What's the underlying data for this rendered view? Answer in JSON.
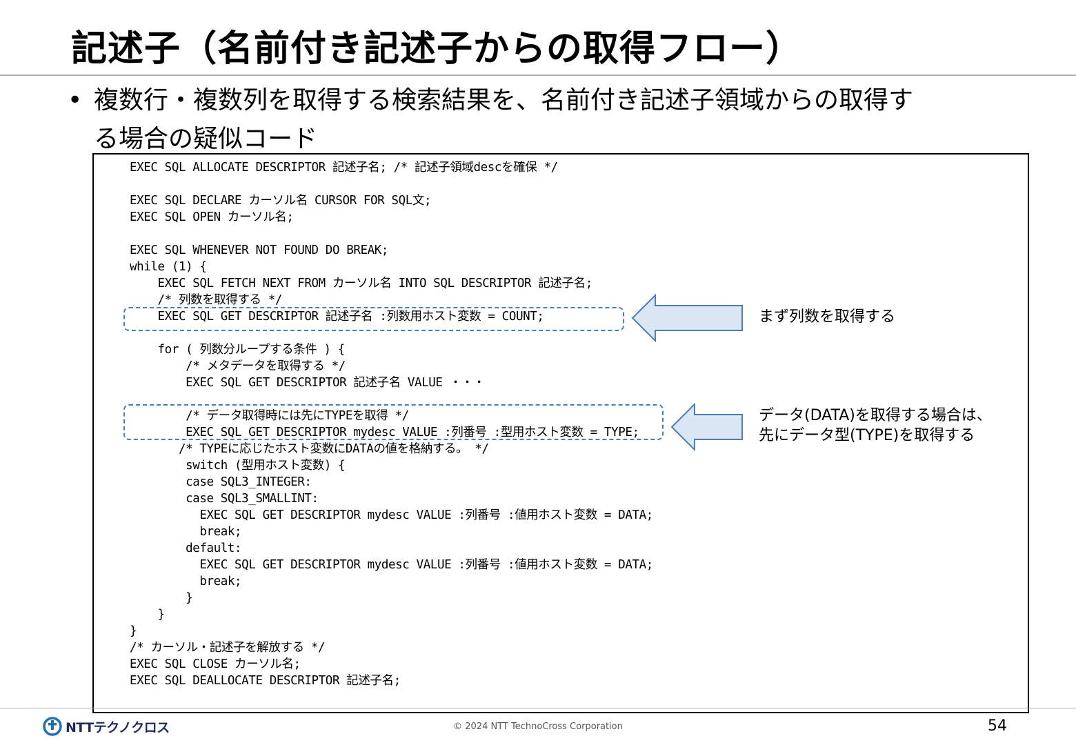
{
  "slide": {
    "title": "記述子（名前付き記述子からの取得フロー）",
    "bullet_symbol": "•",
    "bullet_lines": [
      "複数行・複数列を取得する検索結果を、名前付き記述子領域からの取得す",
      "る場合の疑似コード"
    ]
  },
  "code_lines": [
    "EXEC SQL ALLOCATE DESCRIPTOR 記述子名; /* 記述子領域descを確保 */",
    "",
    "EXEC SQL DECLARE カーソル名 CURSOR FOR SQL文;",
    "EXEC SQL OPEN カーソル名;",
    "",
    "EXEC SQL WHENEVER NOT FOUND DO BREAK;",
    "while (1) {",
    "    EXEC SQL FETCH NEXT FROM カーソル名 INTO SQL DESCRIPTOR 記述子名;",
    "    /* 列数を取得する */",
    "    EXEC SQL GET DESCRIPTOR 記述子名 :列数用ホスト変数 = COUNT;",
    "",
    "    for ( 列数分ループする条件 ) {",
    "        /* メタデータを取得する */",
    "        EXEC SQL GET DESCRIPTOR 記述子名 VALUE ・・・",
    "",
    "        /* データ取得時には先にTYPEを取得 */",
    "        EXEC SQL GET DESCRIPTOR mydesc VALUE :列番号 :型用ホスト変数 = TYPE;",
    "       /* TYPEに応じたホスト変数にDATAの値を格納する。 */",
    "        switch (型用ホスト変数) {",
    "        case SQL3_INTEGER:",
    "        case SQL3_SMALLINT:",
    "          EXEC SQL GET DESCRIPTOR mydesc VALUE :列番号 :値用ホスト変数 = DATA;",
    "          break;",
    "        default:",
    "          EXEC SQL GET DESCRIPTOR mydesc VALUE :列番号 :値用ホスト変数 = DATA;",
    "          break;",
    "        }",
    "    }",
    "}",
    "/* カーソル・記述子を解放する */",
    "EXEC SQL CLOSE カーソル名;",
    "EXEC SQL DEALLOCATE DESCRIPTOR 記述子名;"
  ],
  "annotations": {
    "note1": "まず列数を取得する",
    "note2_line1": "データ(DATA)を取得する場合は、",
    "note2_line2": "先にデータ型(TYPE)を取得する"
  },
  "footer": {
    "logo_text": "NTTテクノクロス",
    "copyright": "© 2024 NTT TechnoCross Corporation",
    "page_number": "54"
  },
  "colors": {
    "highlight_dash": "#4a7ebb",
    "arrow_fill": "#dbe6f4",
    "arrow_stroke": "#4a7ebb",
    "logo_blue": "#1f6fb2"
  },
  "icons": {
    "callout_arrow": "left-arrow-icon",
    "logo": "ntt-logo-icon"
  }
}
